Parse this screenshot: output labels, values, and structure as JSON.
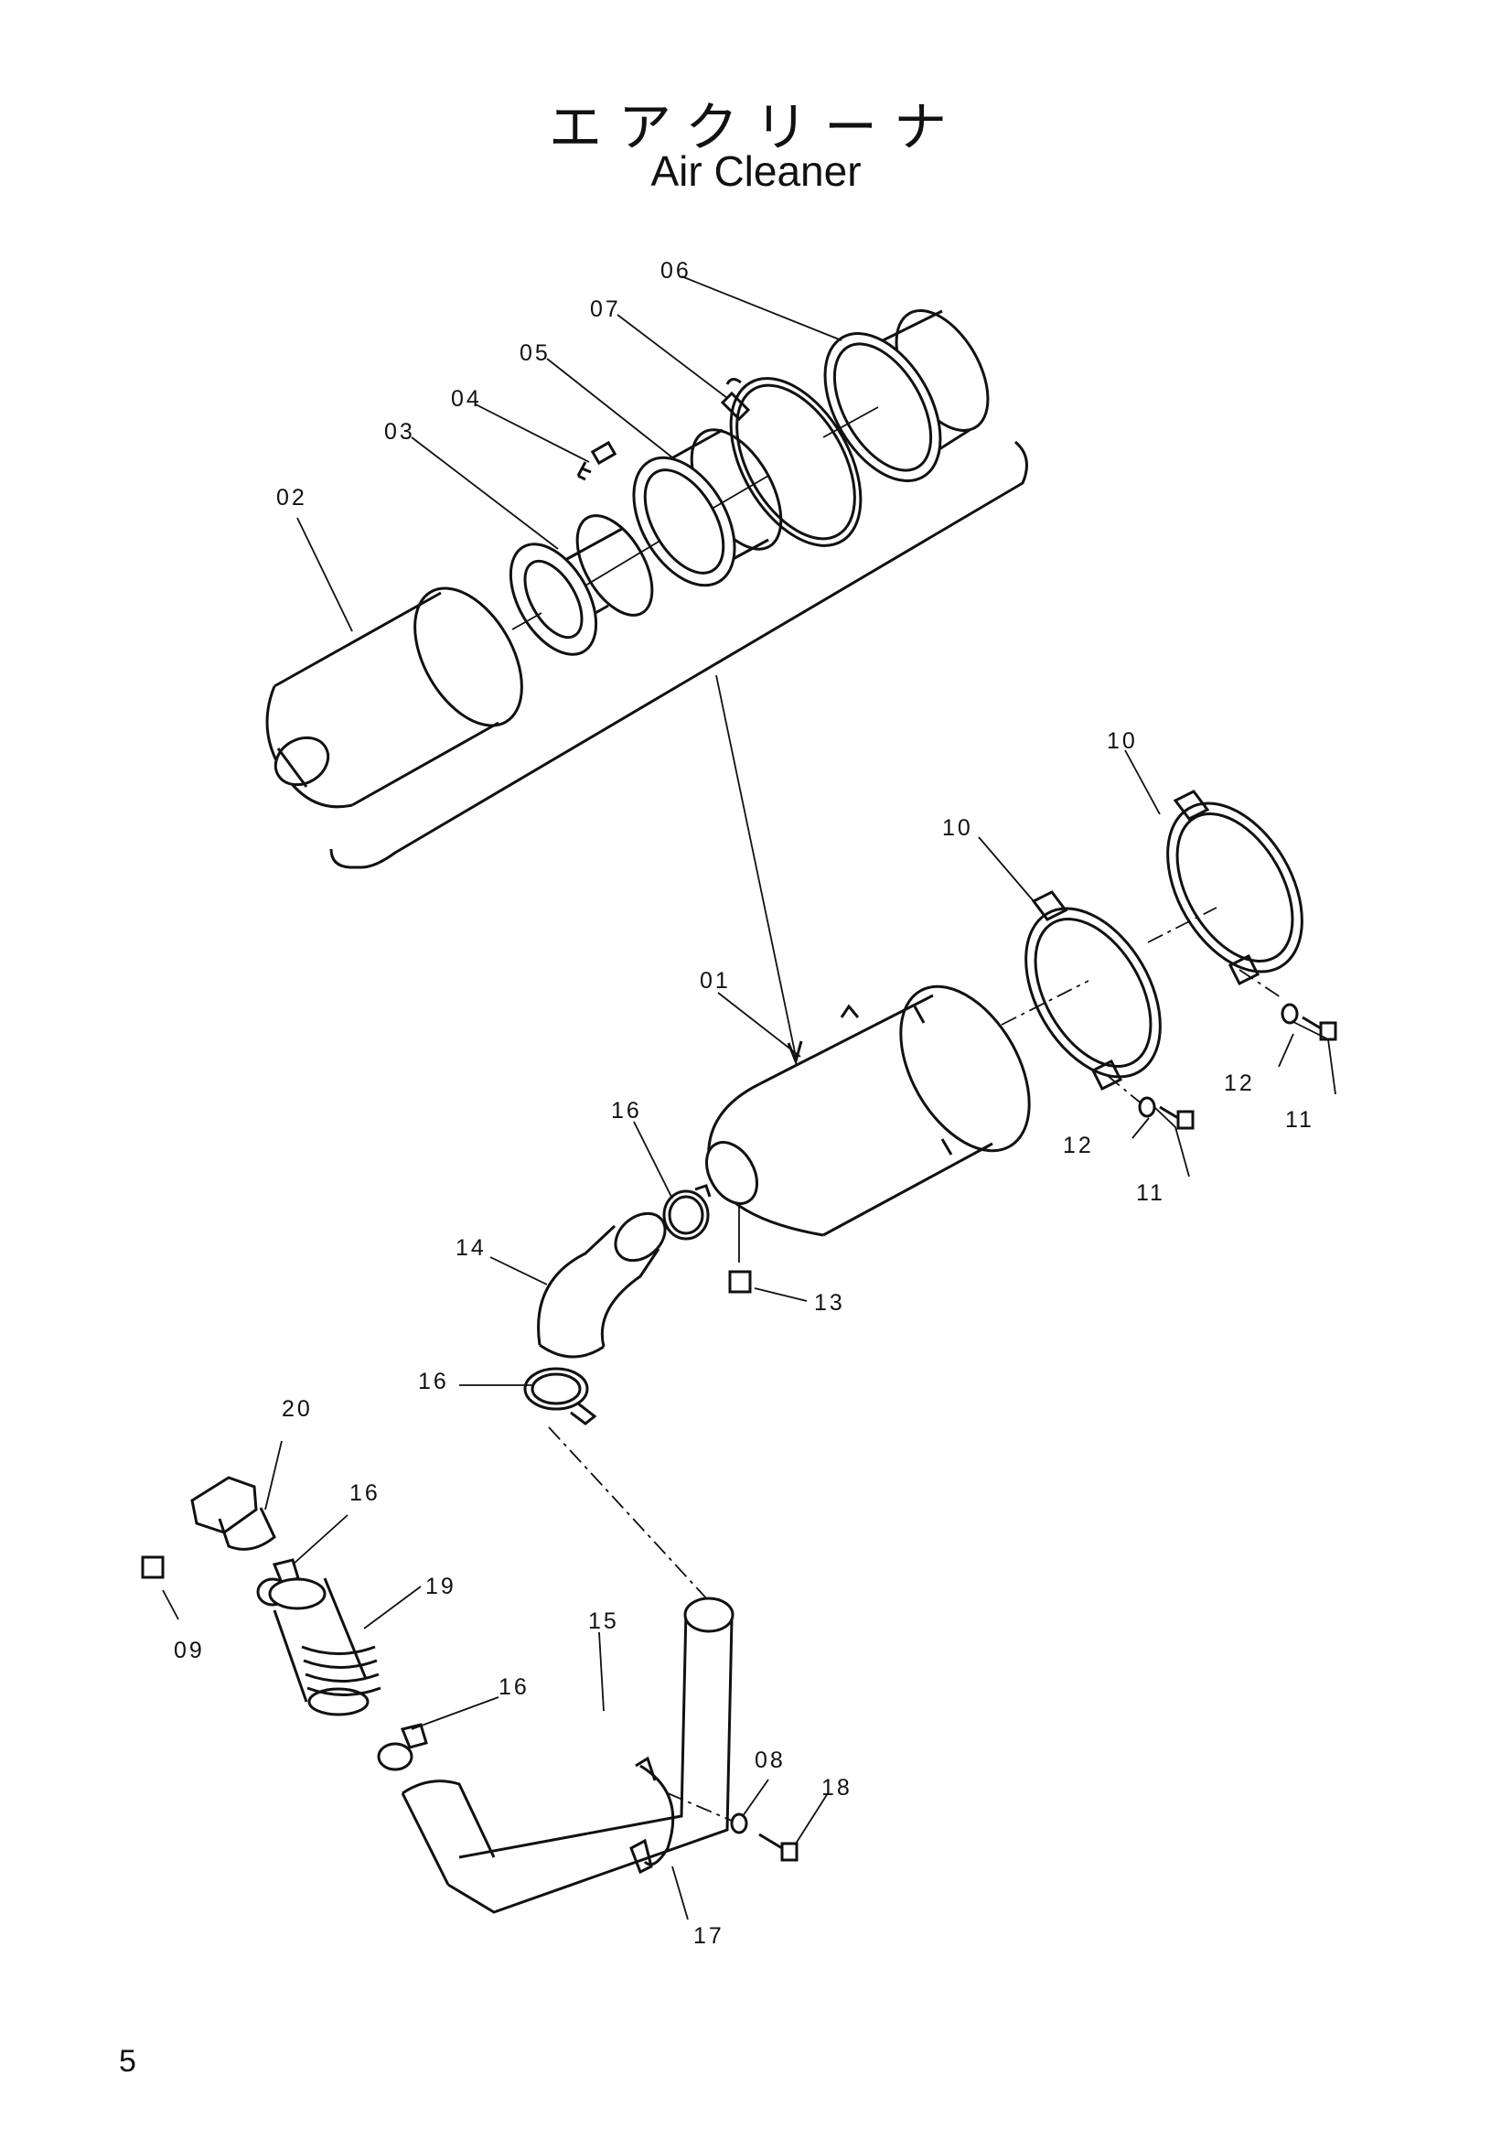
{
  "title": {
    "japanese": "エアクリーナ",
    "english": "Air Cleaner"
  },
  "page_number": "5",
  "callouts": {
    "c01": "01",
    "c02": "02",
    "c03": "03",
    "c04": "04",
    "c05": "05",
    "c06": "06",
    "c07": "07",
    "c08": "08",
    "c09": "09",
    "c10a": "10",
    "c10b": "10",
    "c11a": "11",
    "c11b": "11",
    "c12a": "12",
    "c12b": "12",
    "c13": "13",
    "c14": "14",
    "c15": "15",
    "c16a": "16",
    "c16b": "16",
    "c16c": "16",
    "c16d": "16",
    "c17": "17",
    "c18": "18",
    "c19": "19",
    "c20": "20"
  }
}
